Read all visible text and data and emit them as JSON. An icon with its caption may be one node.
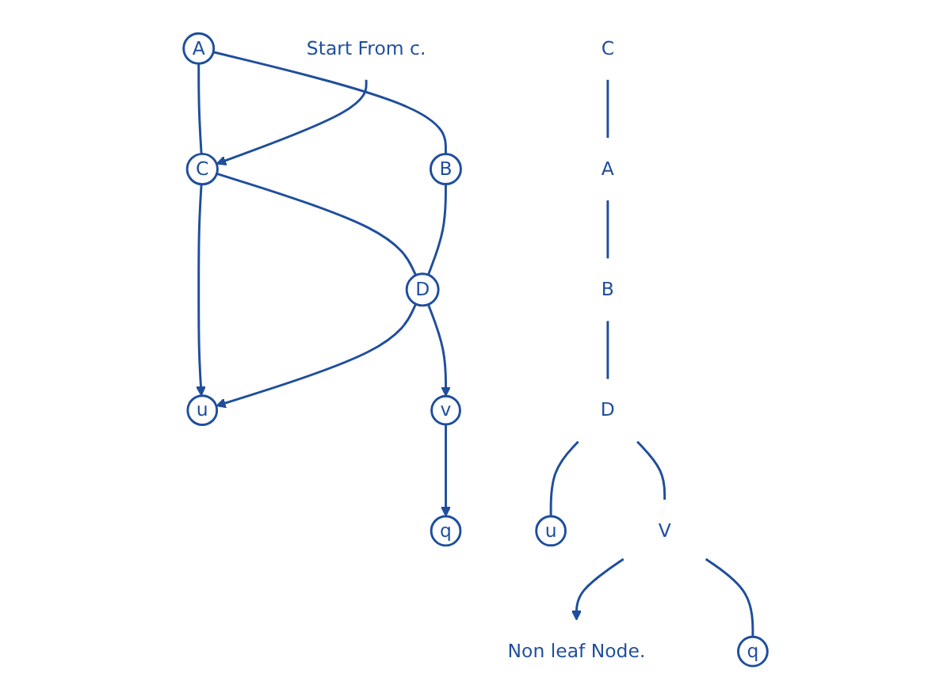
{
  "diagram": {
    "nodes": [
      {
        "text": [
          "A"
        ]
      },
      {
        "text": [
          "C"
        ]
      },
      {
        "text": [
          "Start From c."
        ]
      },
      {
        "text": [
          "B"
        ]
      },
      {
        "text": [
          "D"
        ]
      },
      {
        "text": [
          "u"
        ]
      },
      {
        "text": [
          "v"
        ]
      },
      {
        "text": [
          "q"
        ]
      },
      {
        "text": [
          "C"
        ]
      },
      {
        "text": [
          "A"
        ]
      },
      {
        "text": [
          "B"
        ]
      },
      {
        "text": [
          "D"
        ]
      },
      {
        "text": [
          "u"
        ]
      },
      {
        "text": [
          "V"
        ]
      },
      {
        "text": [
          "Non leaf Node."
        ]
      },
      {
        "text": [
          "q"
        ]
      }
    ],
    "edges": [
      {
        "from": 0,
        "to": 1,
        "arrow": "none"
      },
      {
        "from": 2,
        "to": 1,
        "arrow": "to"
      },
      {
        "from": 0,
        "to": 3,
        "arrow": "none"
      },
      {
        "from": 1,
        "to": 4,
        "arrow": "none"
      },
      {
        "from": 1,
        "to": 5,
        "arrow": "to"
      },
      {
        "from": 3,
        "to": 4,
        "arrow": "none"
      },
      {
        "from": 4,
        "to": 5,
        "arrow": "to"
      },
      {
        "from": 4,
        "to": 6,
        "arrow": "to"
      },
      {
        "from": 6,
        "to": 7,
        "arrow": "to"
      },
      {
        "from": 8,
        "to": 9,
        "arrow": "none"
      },
      {
        "from": 9,
        "to": 10,
        "arrow": "none"
      },
      {
        "from": 10,
        "to": 11,
        "arrow": "none"
      },
      {
        "from": 11,
        "to": 12,
        "arrow": "none"
      },
      {
        "from": 11,
        "to": 13,
        "arrow": "none"
      },
      {
        "from": 13,
        "to": 14,
        "arrow": "to"
      },
      {
        "from": 13,
        "to": 15,
        "arrow": "none"
      }
    ]
  }
}
